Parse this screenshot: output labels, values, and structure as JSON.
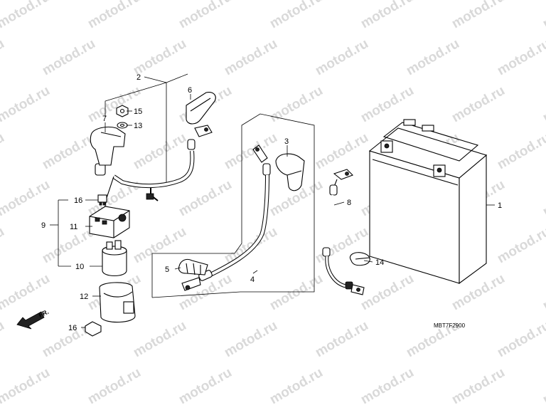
{
  "diagram": {
    "drawing_code": "MBT7F2900",
    "direction_label": "FR.",
    "watermark_text": "motod.ru",
    "callouts": {
      "c1": "1",
      "c2": "2",
      "c3": "3",
      "c4": "4",
      "c5": "5",
      "c6": "6",
      "c7": "7",
      "c8": "8",
      "c9": "9",
      "c10": "10",
      "c11": "11",
      "c12": "12",
      "c13": "13",
      "c14": "14",
      "c15": "15",
      "c16a": "16",
      "c16b": "16"
    }
  }
}
